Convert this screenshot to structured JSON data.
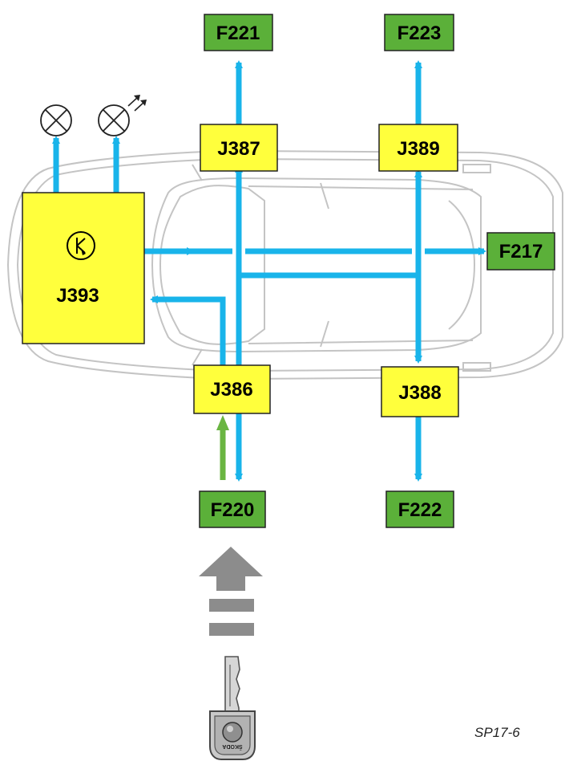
{
  "components": {
    "j393": {
      "label": "J393",
      "symbol": "K",
      "fill": "#ffff3c"
    },
    "j387": {
      "label": "J387",
      "fill": "#ffff3c"
    },
    "j389": {
      "label": "J389",
      "fill": "#ffff3c"
    },
    "j386": {
      "label": "J386",
      "fill": "#ffff3c"
    },
    "j388": {
      "label": "J388",
      "fill": "#ffff3c"
    },
    "f221": {
      "label": "F221",
      "fill": "#5bb039"
    },
    "f223": {
      "label": "F223",
      "fill": "#5bb039"
    },
    "f217": {
      "label": "F217",
      "fill": "#5bb039"
    },
    "f220": {
      "label": "F220",
      "fill": "#5bb039"
    },
    "f222": {
      "label": "F222",
      "fill": "#5bb039"
    }
  },
  "lamps": [
    {
      "name": "lamp",
      "icon": "lamp-icon"
    },
    {
      "name": "interior-light",
      "icon": "light-emitting-lamp-icon"
    }
  ],
  "key": {
    "icon": "car-key-icon",
    "brand": "ŠKODA"
  },
  "caption": "SP17-6",
  "colors": {
    "wire": "#19b4ea",
    "key_signal": "#6ab542",
    "approach_arrow": "#8c8c8c",
    "car_outline": "#c4c4c4"
  }
}
